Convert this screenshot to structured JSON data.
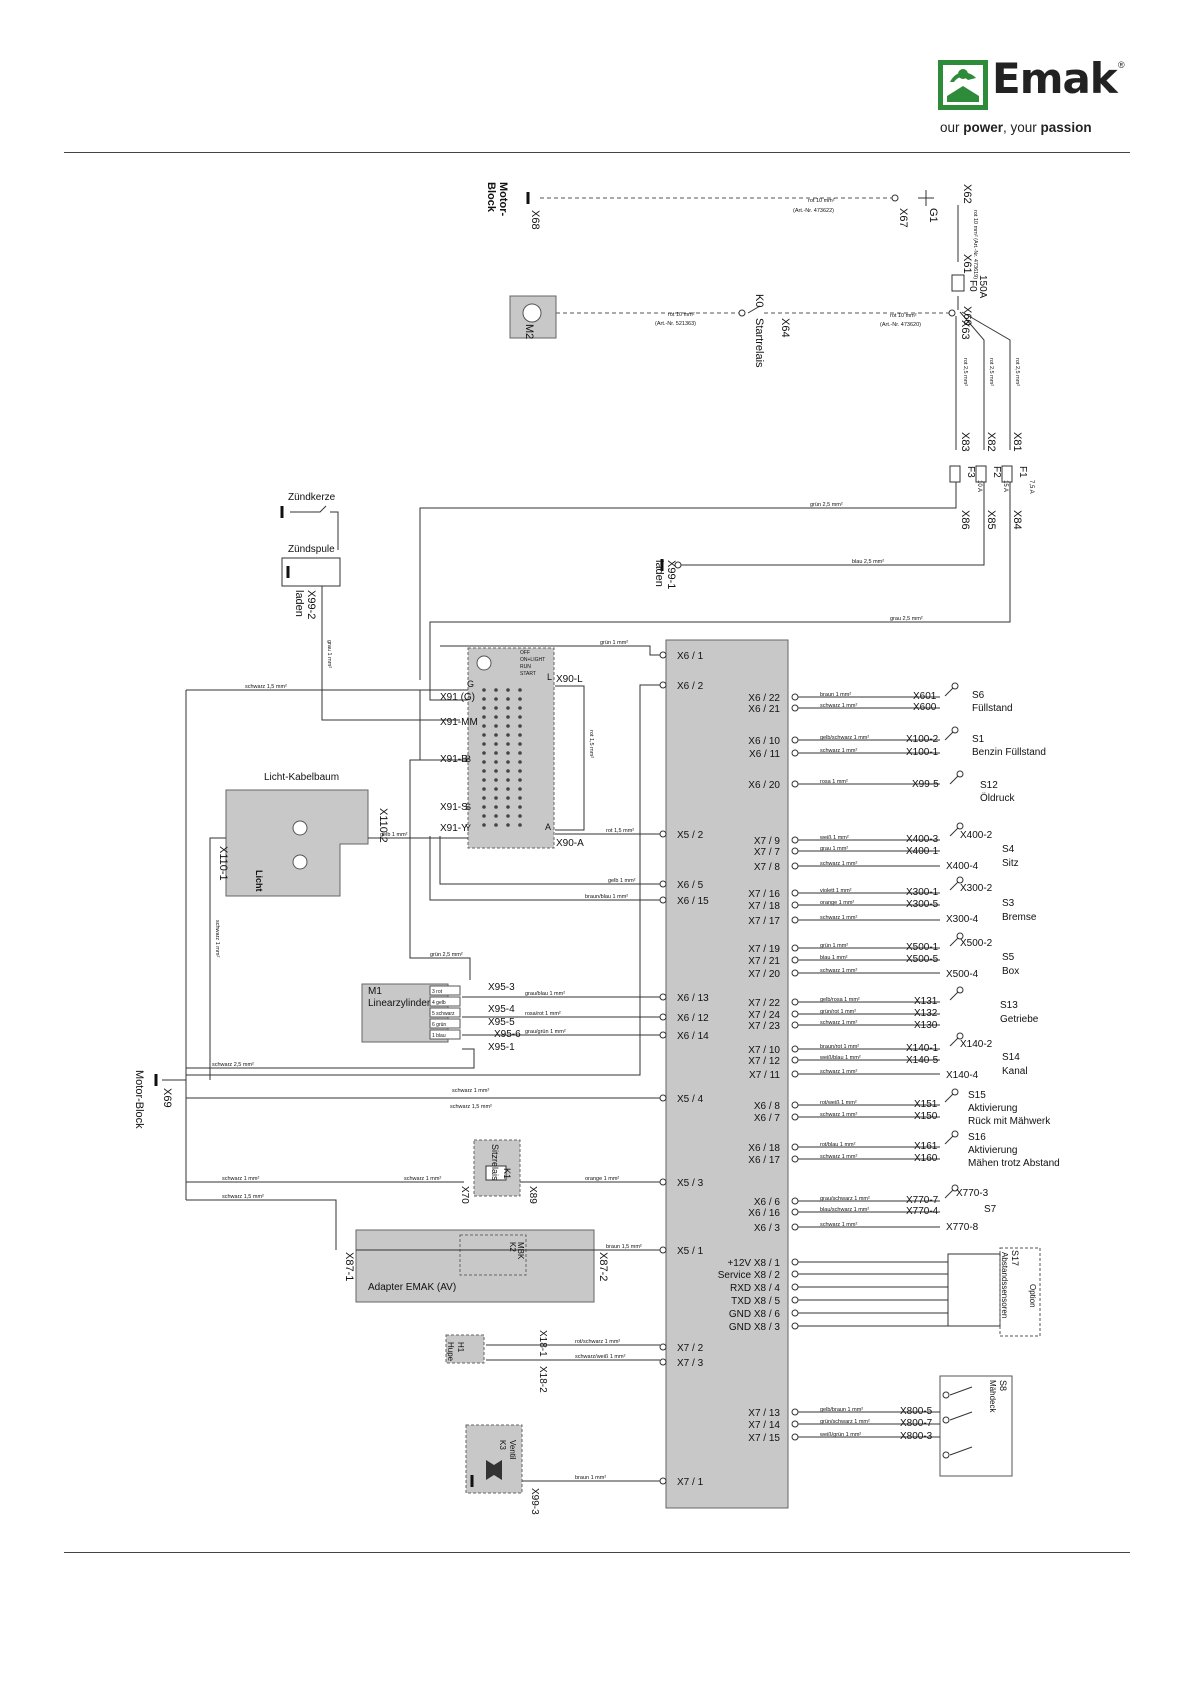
{
  "brand": {
    "name": "Emak",
    "registered": "®",
    "tagline_pre": "our ",
    "tagline_power": "power",
    "tagline_mid": ", your ",
    "tagline_passion": "passion",
    "colors": {
      "green": "#2e8b3a",
      "dark": "#222222"
    }
  },
  "colors": {
    "block": "#c8c8c8",
    "wire": "#333333",
    "dash": "#555555"
  },
  "top_wires": [
    {
      "id": "motor-block-top",
      "lines": [
        "Motor-",
        "Block"
      ]
    },
    {
      "id": "x68",
      "text": "X68"
    },
    {
      "id": "w-top-1",
      "text": "rot 10 mm²"
    },
    {
      "id": "w-top-1-art",
      "text": "(Art.-Nr. 473622)"
    },
    {
      "id": "x67",
      "text": "X67"
    },
    {
      "id": "g1",
      "text": "G1"
    },
    {
      "id": "x62",
      "text": "X62"
    },
    {
      "id": "w-x62",
      "text": "rot 10 mm² (Art.-Nr. 473619)"
    },
    {
      "id": "x61",
      "text": "X61"
    },
    {
      "id": "f0",
      "text": "F0"
    },
    {
      "id": "f0-rating",
      "text": "150A"
    },
    {
      "id": "x60",
      "text": "X60"
    },
    {
      "id": "m2",
      "text": "M2"
    },
    {
      "id": "w-m2",
      "text": "rot 10 mm²"
    },
    {
      "id": "w-m2-art",
      "text": "(Art.-Nr. 521363)"
    },
    {
      "id": "k0",
      "text": "K0"
    },
    {
      "id": "startrelais",
      "text": "Startrelais"
    },
    {
      "id": "x64",
      "text": "X64"
    },
    {
      "id": "w-x63",
      "text": "rot 10 mm²"
    },
    {
      "id": "w-x63-art",
      "text": "(Art.-Nr. 473620)"
    },
    {
      "id": "x63",
      "text": "X63"
    },
    {
      "id": "w-rot25-a",
      "text": "rot 2,5 mm²"
    },
    {
      "id": "w-rot25-b",
      "text": "rot 2,5 mm²"
    },
    {
      "id": "w-rot25-c",
      "text": "rot 2,5 mm²"
    },
    {
      "id": "x83",
      "text": "X83"
    },
    {
      "id": "x82",
      "text": "X82"
    },
    {
      "id": "x81",
      "text": "X81"
    },
    {
      "id": "f3",
      "text": "F3"
    },
    {
      "id": "f3-rating",
      "text": "10 A"
    },
    {
      "id": "f2",
      "text": "F2"
    },
    {
      "id": "f2-rating",
      "text": "15 A"
    },
    {
      "id": "f1",
      "text": "F1"
    },
    {
      "id": "f1-rating",
      "text": "7,5 A"
    },
    {
      "id": "x86",
      "text": "X86"
    },
    {
      "id": "x85",
      "text": "X85"
    },
    {
      "id": "x84",
      "text": "X84"
    },
    {
      "id": "x99-1",
      "text": "X99-1"
    },
    {
      "id": "x99-1-laden",
      "text": "laden"
    },
    {
      "id": "x99-2",
      "text": "X99-2"
    },
    {
      "id": "x99-2-laden",
      "text": "laden"
    }
  ],
  "labels": {
    "zuendkerze": "Zündkerze",
    "zuendspule": "Zündspule",
    "gruen25_top": "grün 2,5 mm²",
    "blau25": "blau 2,5 mm²",
    "grau25": "grau 2,5 mm²",
    "gruen1_top": "grün 1 mm²",
    "grau1_vert": "grau 1 mm²",
    "schwarz15_top": "schwarz 1,5 mm²",
    "rot15_vert": "rot 1,5 mm²",
    "licht_kabelbaum": "Licht-Kabelbaum",
    "x110_2": "X110-2",
    "x110_1": "X110-1",
    "licht": "Licht",
    "gelb1_licht": "gelb 1 mm²",
    "schwarz1_vert": "schwarz 1 mm²",
    "x91_g": "X91 (G)",
    "x91_mm": "X91-MM",
    "x91_b": "X91-B",
    "x91_s": "X91-S",
    "x91_y": "X91-Y",
    "x90_l": "X90-L",
    "x90_a": "X90-A",
    "sw_g": "G",
    "sw_l": "L",
    "sw_b": "B",
    "sw_s": "S",
    "sw_y": "Y",
    "sw_a": "A",
    "sw_off": "OFF",
    "sw_on_light": "ON+LIGHT",
    "sw_run": "RUN",
    "sw_start": "START",
    "rot15_h": "rot 1,5 mm²",
    "gelb1_h": "gelb 1 mm²",
    "braunblau1_h": "braun/blau 1 mm²",
    "gruen25_mid": "grün 2,5 mm²",
    "m1": "M1",
    "linearzylinder": "Linearzylinder",
    "m1_pins": [
      "3 rot",
      "4 gelb",
      "5 schwarz",
      "6 grün",
      "1 blau"
    ],
    "x95_3": "X95-3",
    "x95_4": "X95-4",
    "x95_5": "X95-5",
    "x95_6": "X95-6",
    "x95_1": "X95-1",
    "graublau1": "grau/blau 1 mm²",
    "rosarot1": "rosa/rot 1 mm²",
    "graugruen1": "grau/grün 1 mm²",
    "schwarz25_low": "schwarz 2,5 mm²",
    "schwarz1_low": "schwarz 1 mm²",
    "schwarz15_low": "schwarz 1,5 mm²",
    "x69": "X69",
    "motor_block": "Motor-Block",
    "schwarz1_k1a": "schwarz 1 mm²",
    "schwarz1_k1b": "schwarz 1 mm²",
    "schwarz15_adapter": "schwarz 1,5 mm²",
    "x70": "X70",
    "k1": "K1",
    "sitzrelais": "Sitzrelais",
    "x89": "X89",
    "orange1": "orange 1 mm²",
    "adapter": "Adapter EMAK (AV)",
    "x87_1": "X87-1",
    "x87_2": "X87-2",
    "k2": "K2",
    "mbk": "MBK",
    "braun15": "braun 1,5 mm²",
    "x18_1": "X18-1",
    "x18_2": "X18-2",
    "h1": "H1",
    "hupe": "Hupe",
    "rotschwarz1": "rot/schwarz 1 mm²",
    "schwarzweiss1": "schwarz/weiß 1 mm²",
    "k3": "K3",
    "ventil": "Ventil",
    "x99_3": "X99-3",
    "braun1_bottom": "braun 1 mm²",
    "s17": "S17",
    "abstandssensoren": "Abstandssensoren",
    "option": "Option",
    "s8": "S8",
    "maehdeck": "Mähdeck"
  },
  "ecu_left_pins": [
    {
      "id": "x6-1",
      "text": "X6 / 1"
    },
    {
      "id": "x6-2",
      "text": "X6 / 2"
    },
    {
      "id": "x5-2",
      "text": "X5 / 2"
    },
    {
      "id": "x6-5",
      "text": "X6 / 5"
    },
    {
      "id": "x6-15",
      "text": "X6 / 15"
    },
    {
      "id": "x6-13",
      "text": "X6 / 13"
    },
    {
      "id": "x6-12",
      "text": "X6 / 12"
    },
    {
      "id": "x6-14",
      "text": "X6 / 14"
    },
    {
      "id": "x5-4",
      "text": "X5 / 4"
    },
    {
      "id": "x5-3",
      "text": "X5 / 3"
    },
    {
      "id": "x5-1",
      "text": "X5 / 1"
    },
    {
      "id": "x7-2",
      "text": "X7 / 2"
    },
    {
      "id": "x7-3",
      "text": "X7 / 3"
    },
    {
      "id": "x7-1",
      "text": "X7 / 1"
    }
  ],
  "ecu_right_pins": [
    {
      "id": "x6-22",
      "text": "X6 / 22"
    },
    {
      "id": "x6-21",
      "text": "X6 / 21"
    },
    {
      "id": "x6-10",
      "text": "X6 / 10"
    },
    {
      "id": "x6-11",
      "text": "X6 / 11"
    },
    {
      "id": "x6-20",
      "text": "X6 / 20"
    },
    {
      "id": "x7-9",
      "text": "X7 / 9"
    },
    {
      "id": "x7-7",
      "text": "X7 / 7"
    },
    {
      "id": "x7-8",
      "text": "X7 / 8"
    },
    {
      "id": "x7-16",
      "text": "X7 / 16"
    },
    {
      "id": "x7-18",
      "text": "X7 / 18"
    },
    {
      "id": "x7-17",
      "text": "X7 / 17"
    },
    {
      "id": "x7-19",
      "text": "X7 / 19"
    },
    {
      "id": "x7-21",
      "text": "X7 / 21"
    },
    {
      "id": "x7-20",
      "text": "X7 / 20"
    },
    {
      "id": "x7-22",
      "text": "X7 / 22"
    },
    {
      "id": "x7-24",
      "text": "X7 / 24"
    },
    {
      "id": "x7-23",
      "text": "X7 / 23"
    },
    {
      "id": "x7-10",
      "text": "X7 / 10"
    },
    {
      "id": "x7-12",
      "text": "X7 / 12"
    },
    {
      "id": "x7-11",
      "text": "X7 / 11"
    },
    {
      "id": "x6-8",
      "text": "X6 / 8"
    },
    {
      "id": "x6-7",
      "text": "X6 / 7"
    },
    {
      "id": "x6-18",
      "text": "X6 / 18"
    },
    {
      "id": "x6-17",
      "text": "X6 / 17"
    },
    {
      "id": "x6-6",
      "text": "X6 / 6"
    },
    {
      "id": "x6-16",
      "text": "X6 / 16"
    },
    {
      "id": "x6-3",
      "text": "X6 / 3"
    },
    {
      "id": "x8-1",
      "text": "+12V  X8 / 1"
    },
    {
      "id": "x8-2",
      "text": "Service  X8 / 2"
    },
    {
      "id": "x8-4",
      "text": "RXD  X8 / 4"
    },
    {
      "id": "x8-5",
      "text": "TXD  X8 / 5"
    },
    {
      "id": "x8-6",
      "text": "GND  X8 / 6"
    },
    {
      "id": "x8-3",
      "text": "GND  X8 / 3"
    },
    {
      "id": "x7-13",
      "text": "X7 / 13"
    },
    {
      "id": "x7-14",
      "text": "X7 / 14"
    },
    {
      "id": "x7-15",
      "text": "X7 / 15"
    }
  ],
  "wire_labels_right": [
    {
      "id": "wr1",
      "text": "braun 1 mm²"
    },
    {
      "id": "wr2",
      "text": "schwarz 1 mm²"
    },
    {
      "id": "wr3",
      "text": "gelb/schwarz 1 mm²"
    },
    {
      "id": "wr4",
      "text": "schwarz 1 mm²"
    },
    {
      "id": "wr5",
      "text": "rosa 1 mm²"
    },
    {
      "id": "wr6",
      "text": "weiß 1 mm²"
    },
    {
      "id": "wr7",
      "text": "grau 1 mm²"
    },
    {
      "id": "wr8",
      "text": "schwarz 1 mm²"
    },
    {
      "id": "wr9",
      "text": "violett 1 mm²"
    },
    {
      "id": "wr10",
      "text": "orange 1 mm²"
    },
    {
      "id": "wr11",
      "text": "schwarz 1 mm²"
    },
    {
      "id": "wr12",
      "text": "grün 1 mm²"
    },
    {
      "id": "wr13",
      "text": "blau 1 mm²"
    },
    {
      "id": "wr14",
      "text": "schwarz 1 mm²"
    },
    {
      "id": "wr15",
      "text": "gelb/rosa 1 mm²"
    },
    {
      "id": "wr16",
      "text": "grün/rot 1 mm²"
    },
    {
      "id": "wr17",
      "text": "schwarz 1 mm²"
    },
    {
      "id": "wr18",
      "text": "braun/rot 1 mm²"
    },
    {
      "id": "wr19",
      "text": "weiß/blau 1 mm²"
    },
    {
      "id": "wr20",
      "text": "schwarz 1 mm²"
    },
    {
      "id": "wr21",
      "text": "rot/weiß 1 mm²"
    },
    {
      "id": "wr22",
      "text": "schwarz 1 mm²"
    },
    {
      "id": "wr23",
      "text": "rot/blau 1 mm²"
    },
    {
      "id": "wr24",
      "text": "schwarz 1 mm²"
    },
    {
      "id": "wr25",
      "text": "grau/schwarz 1 mm²"
    },
    {
      "id": "wr26",
      "text": "blau/schwarz 1 mm²"
    },
    {
      "id": "wr27",
      "text": "schwarz 1 mm²"
    },
    {
      "id": "wr28",
      "text": "gelb/braun 1 mm²"
    },
    {
      "id": "wr29",
      "text": "grün/schwarz 1 mm²"
    },
    {
      "id": "wr30",
      "text": "weiß/grün 1 mm²"
    }
  ],
  "switch_labels": [
    {
      "id": "x601",
      "text": "X601"
    },
    {
      "id": "x600",
      "text": "X600"
    },
    {
      "id": "s6",
      "text": "S6"
    },
    {
      "id": "s6-name",
      "text": "Füllstand"
    },
    {
      "id": "x100-2",
      "text": "X100-2"
    },
    {
      "id": "x100-1",
      "text": "X100-1"
    },
    {
      "id": "s1",
      "text": "S1"
    },
    {
      "id": "s1-name",
      "text": "Benzin Füllstand"
    },
    {
      "id": "x99-5",
      "text": "X99-5"
    },
    {
      "id": "s12",
      "text": "S12"
    },
    {
      "id": "s12-name",
      "text": "Öldruck"
    },
    {
      "id": "x400-3",
      "text": "X400-3"
    },
    {
      "id": "x400-2",
      "text": "X400-2"
    },
    {
      "id": "x400-1",
      "text": "X400-1"
    },
    {
      "id": "x400-4",
      "text": "X400-4"
    },
    {
      "id": "s4",
      "text": "S4"
    },
    {
      "id": "s4-name",
      "text": "Sitz"
    },
    {
      "id": "x300-1",
      "text": "X300-1"
    },
    {
      "id": "x300-2",
      "text": "X300-2"
    },
    {
      "id": "x300-5",
      "text": "X300-5"
    },
    {
      "id": "x300-4",
      "text": "X300-4"
    },
    {
      "id": "s3",
      "text": "S3"
    },
    {
      "id": "s3-name",
      "text": "Bremse"
    },
    {
      "id": "x500-1",
      "text": "X500-1"
    },
    {
      "id": "x500-2",
      "text": "X500-2"
    },
    {
      "id": "x500-5",
      "text": "X500-5"
    },
    {
      "id": "x500-4",
      "text": "X500-4"
    },
    {
      "id": "s5",
      "text": "S5"
    },
    {
      "id": "s5-name",
      "text": "Box"
    },
    {
      "id": "x131",
      "text": "X131"
    },
    {
      "id": "x132",
      "text": "X132"
    },
    {
      "id": "x130",
      "text": "X130"
    },
    {
      "id": "s13",
      "text": "S13"
    },
    {
      "id": "s13-name",
      "text": "Getriebe"
    },
    {
      "id": "x140-1",
      "text": "X140-1"
    },
    {
      "id": "x140-2",
      "text": "X140-2"
    },
    {
      "id": "x140-5",
      "text": "X140-5"
    },
    {
      "id": "x140-4",
      "text": "X140-4"
    },
    {
      "id": "s14",
      "text": "S14"
    },
    {
      "id": "s14-name",
      "text": "Kanal"
    },
    {
      "id": "x151",
      "text": "X151"
    },
    {
      "id": "x150",
      "text": "X150"
    },
    {
      "id": "s15",
      "text": "S15"
    },
    {
      "id": "s15-l1",
      "text": "Aktivierung"
    },
    {
      "id": "s15-l2",
      "text": "Rück mit Mähwerk"
    },
    {
      "id": "x161",
      "text": "X161"
    },
    {
      "id": "x160",
      "text": "X160"
    },
    {
      "id": "s16",
      "text": "S16"
    },
    {
      "id": "s16-l1",
      "text": "Aktivierung"
    },
    {
      "id": "s16-l2",
      "text": "Mähen trotz Abstand"
    },
    {
      "id": "x770-7",
      "text": "X770-7"
    },
    {
      "id": "x770-3",
      "text": "X770-3"
    },
    {
      "id": "x770-4",
      "text": "X770-4"
    },
    {
      "id": "x770-8",
      "text": "X770-8"
    },
    {
      "id": "s7",
      "text": "S7"
    },
    {
      "id": "x800-5",
      "text": "X800-5"
    },
    {
      "id": "x800-7",
      "text": "X800-7"
    },
    {
      "id": "x800-3",
      "text": "X800-3"
    }
  ]
}
